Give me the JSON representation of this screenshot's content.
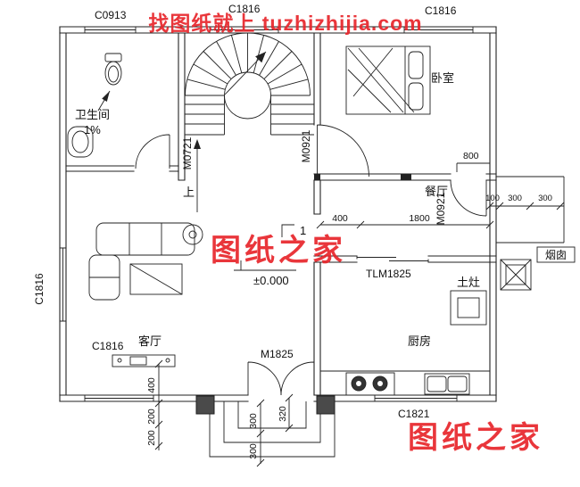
{
  "meta": {
    "background": "#ffffff",
    "line_color": "#222222",
    "watermark_color": "#e8252b"
  },
  "watermarks": {
    "top": "找图纸就上 tuzhizhijia.com",
    "middle": "图纸之家",
    "bottom_right": "图纸之家"
  },
  "rooms": {
    "bathroom": "卫生间",
    "bathroom_slope": "1%",
    "bedroom": "卧室",
    "dining": "餐厅",
    "living": "客厅",
    "kitchen": "厨房",
    "stove": "土灶",
    "chimney": "烟囱"
  },
  "openings": {
    "window_top_left": "C0913",
    "window_top_center": "C1816",
    "window_top_right": "C1816",
    "window_left": "C1816",
    "window_bottom_left": "C1816",
    "window_bottom_right": "C1821",
    "door_bathroom": "M0721",
    "door_bedroom": "M0921",
    "door_dining": "M0921",
    "door_entrance": "M1825",
    "door_kitchen_sliding": "TLM1825"
  },
  "marks": {
    "elevation": "±0.000",
    "stair_up": "上",
    "section": "1"
  },
  "dims": {
    "right_800": "800",
    "right_100": "100",
    "right_300a": "300",
    "right_300b": "300",
    "hall_400": "400",
    "hall_1800": "1800",
    "left_400": "400",
    "left_200a": "200",
    "left_200b": "200",
    "steps_320": "320",
    "steps_300a": "300",
    "steps_300b": "300"
  }
}
